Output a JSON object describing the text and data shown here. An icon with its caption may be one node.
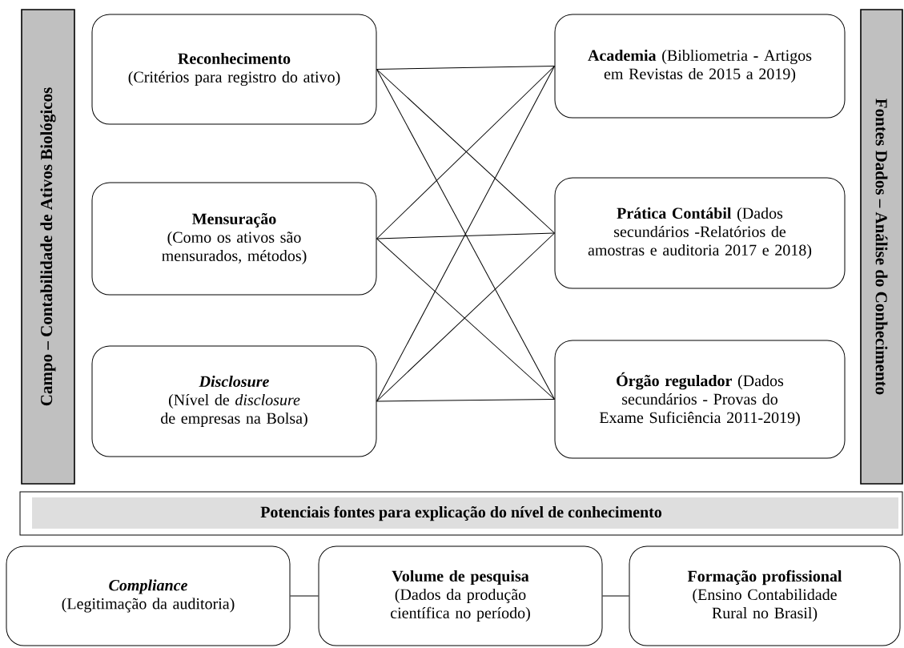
{
  "diagram": {
    "nodes": [
      {
        "text": [
          "Campo – Contabilidade de Ativos Biológicos"
        ]
      },
      {
        "text": [
          "Fontes Dados – Análise do Conhecimento"
        ]
      },
      {
        "text": [
          "Reconhecimento",
          "(Critérios para registro do ativo)"
        ]
      },
      {
        "text": [
          "Mensuração",
          "(Como os ativos são mensurados, métodos)"
        ]
      },
      {
        "text": [
          "Disclosure",
          "(Nível de *disclosure* de empresas na Bolsa)"
        ]
      },
      {
        "text": [
          "**Academia** (Bibliometria **-** Artigos em Revistas de 2015 a 2019)"
        ]
      },
      {
        "text": [
          "**Prática Contábil** (Dados secundários -Relatórios de amostras e auditoria 2017 e 2018)"
        ]
      },
      {
        "text": [
          "**Órgão regulador** (Dados secundários - Provas do Exame Suficiência 2011-2019)"
        ]
      },
      {
        "text": [
          "Potenciais fontes para explicação do nível de conhecimento"
        ]
      },
      {
        "text": [
          "Compliance",
          "(Legitimação da auditoria)"
        ]
      },
      {
        "text": [
          "Volume de pesquisa",
          "(Dados da produção científica no período)"
        ]
      },
      {
        "text": [
          "Formação profissional",
          "(Ensino Contabilidade Rural no Brasil)"
        ]
      }
    ],
    "edges": [
      {
        "from": 2,
        "to": 5,
        "arrow": "none"
      },
      {
        "from": 2,
        "to": 6,
        "arrow": "none"
      },
      {
        "from": 2,
        "to": 7,
        "arrow": "none"
      },
      {
        "from": 3,
        "to": 5,
        "arrow": "none"
      },
      {
        "from": 3,
        "to": 6,
        "arrow": "none"
      },
      {
        "from": 3,
        "to": 7,
        "arrow": "none"
      },
      {
        "from": 4,
        "to": 5,
        "arrow": "none"
      },
      {
        "from": 4,
        "to": 6,
        "arrow": "none"
      },
      {
        "from": 4,
        "to": 7,
        "arrow": "none"
      },
      {
        "from": 9,
        "to": 10,
        "arrow": "none"
      },
      {
        "from": 10,
        "to": 11,
        "arrow": "none"
      }
    ]
  }
}
